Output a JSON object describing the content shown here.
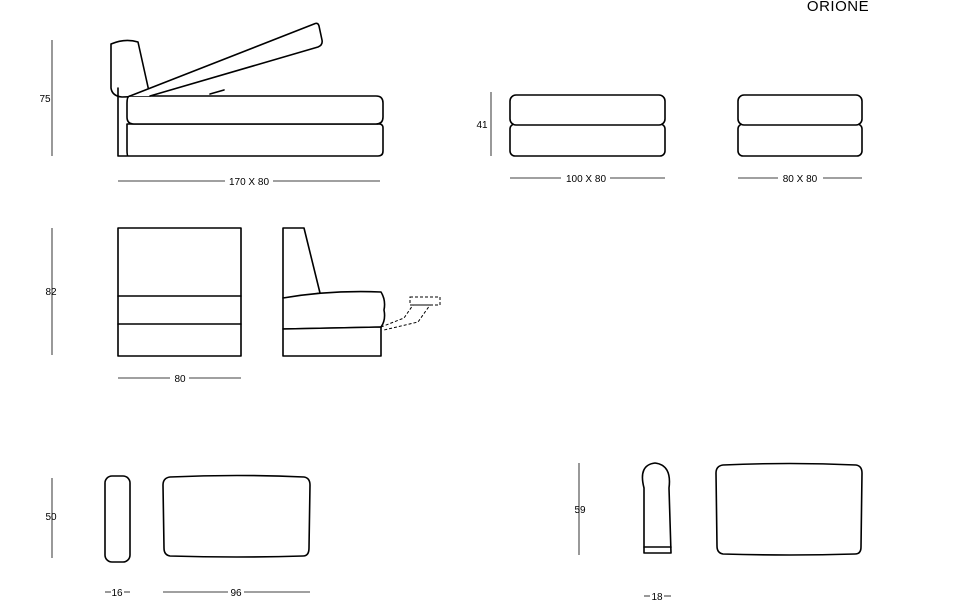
{
  "title": "ORIONE",
  "dimensions": {
    "chaise_height": "75",
    "chaise_size": "170 X 80",
    "pouf_height": "41",
    "pouf_large_size": "100 X 80",
    "pouf_small_size": "80 X 80",
    "seat_height": "82",
    "seat_width": "80",
    "cushion_height": "50",
    "cushion_depth": "16",
    "cushion_width": "96",
    "armrest_height": "59",
    "armrest_depth": "18"
  }
}
